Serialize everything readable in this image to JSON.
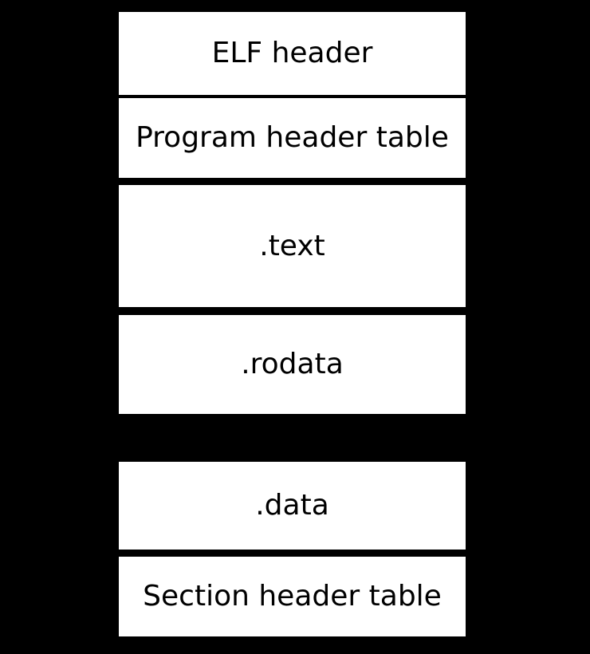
{
  "diagram": {
    "boxes": [
      {
        "label": "ELF header"
      },
      {
        "label": "Program header table"
      },
      {
        "label": ".text"
      },
      {
        "label": ".rodata"
      },
      {
        "label": ".data"
      },
      {
        "label": "Section header table"
      }
    ],
    "colors": {
      "background": "#000000",
      "box_fill": "#ffffff",
      "box_text": "#000000"
    }
  }
}
